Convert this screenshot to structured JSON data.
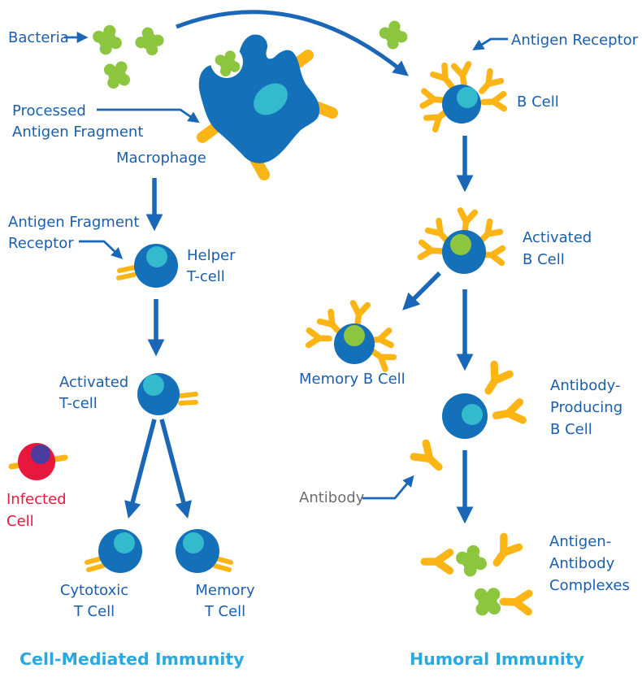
{
  "palette": {
    "cell_blue": "#1470B8",
    "nucleus_teal": "#33BACD",
    "bacteria_green": "#8CC63E",
    "antibody_yellow": "#FDB515",
    "arrow_blue": "#1B67B7",
    "label_blue": "#1A5FAF",
    "title_blue": "#2AA9E0",
    "infected_red": "#E8173D",
    "nucleus_purple": "#4B3C9F",
    "label_gray": "#6D6E71"
  },
  "labels": {
    "bacteria": "Bacteria",
    "processed_antigen": {
      "l1": "Processed",
      "l2": "Antigen Fragment"
    },
    "macrophage": "Macrophage",
    "antigen_fragment_receptor": {
      "l1": "Antigen Fragment",
      "l2": "Receptor"
    },
    "helper_t_cell": {
      "l1": "Helper",
      "l2": "T-cell"
    },
    "activated_t_cell": {
      "l1": "Activated",
      "l2": "T-cell"
    },
    "infected_cell": {
      "l1": "Infected",
      "l2": "Cell"
    },
    "cytotoxic_t_cell": {
      "l1": "Cytotoxic",
      "l2": "T Cell"
    },
    "memory_t_cell": {
      "l1": "Memory",
      "l2": "T Cell"
    },
    "antigen_receptor": "Antigen Receptor",
    "b_cell": "B Cell",
    "activated_b_cell": {
      "l1": "Activated",
      "l2": "B Cell"
    },
    "memory_b_cell": "Memory B Cell",
    "antibody_producing_b_cell": {
      "l1": "Antibody-",
      "l2": "Producing",
      "l3": "B Cell"
    },
    "antibody": "Antibody",
    "antigen_antibody_complexes": {
      "l1": "Antigen-",
      "l2": "Antibody",
      "l3": "Complexes"
    },
    "section_titles": {
      "left": "Cell-Mediated Immunity",
      "right": "Humoral Immunity"
    }
  }
}
